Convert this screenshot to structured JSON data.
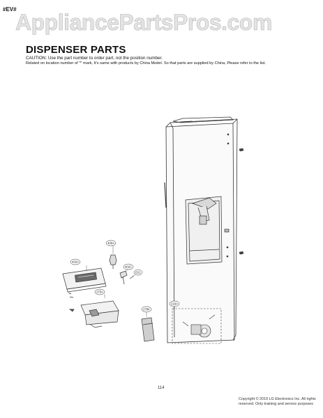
{
  "header": {
    "doc_code": "#EV#",
    "watermark": "AppliancePartsPros.com"
  },
  "section": {
    "title": "DISPENSER PARTS",
    "caution": "CAUTION: Use the part number to order part, not the position number.",
    "related_note": "Related on location number of '*' mark, It's same with products by China Model. So that parts are supplied by China, Please refer to the list."
  },
  "callouts": [
    "403A",
    "409A",
    "402C",
    "D21",
    "275A",
    "279K",
    "219A"
  ],
  "footer": {
    "page_number": "114",
    "copyright": "Copyright © 2019 LG Electronics Inc. All rights reserved. Only training and service purposes"
  }
}
